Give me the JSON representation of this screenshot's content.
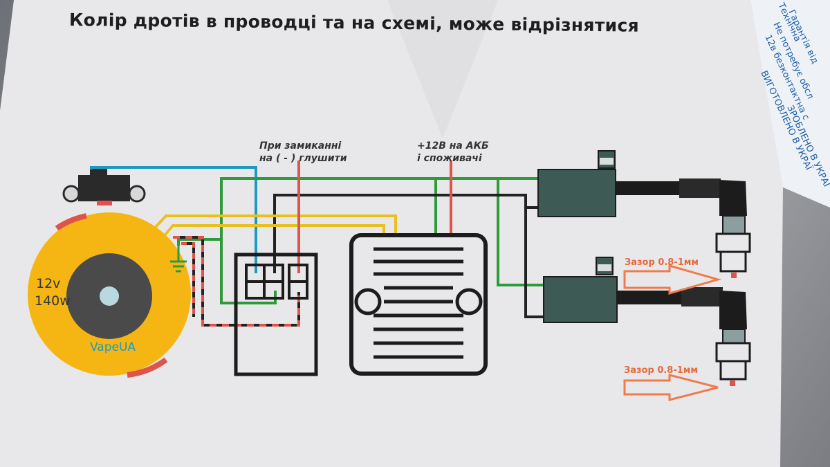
{
  "title": "Колір дротів в проводці та на схемі, може відрізнятися",
  "kill_switch_note": [
    "При замиканні",
    "на ( - ) глушити"
  ],
  "power_note": [
    "+12В на АКБ",
    "і споживачі"
  ],
  "stator": {
    "voltage": "12v",
    "power": "140w",
    "brand": "VapeUA"
  },
  "spark_gap": {
    "top": "Зазор 0.8-1мм",
    "bottom": "Зазор 0.8-1мм"
  },
  "side_sheet_text": [
    "Технічна",
    "Гарантія від",
    "Не потребує обсл",
    "12в безконтактна с",
    "ВИГОТОВЛЕНО В УКРАЇ",
    "ЗРОБЛЕНО В УКРАЇ"
  ],
  "colors": {
    "stator_fill": "#f5b614",
    "rotor_fill": "#4a4a4a",
    "wire_blue": "#1e9ac0",
    "wire_green": "#2f9a3a",
    "wire_red": "#e0534a",
    "wire_yellow": "#e8c020",
    "wire_black": "#222222",
    "coil_fill": "#3d5a55",
    "arrow_fill": "#f07a4a",
    "paper": "#e9e9ec"
  },
  "icons": [
    "ground-icon",
    "pickup-sensor-icon",
    "spark-plug-icon",
    "ignition-coil-icon",
    "regulator-icon"
  ]
}
